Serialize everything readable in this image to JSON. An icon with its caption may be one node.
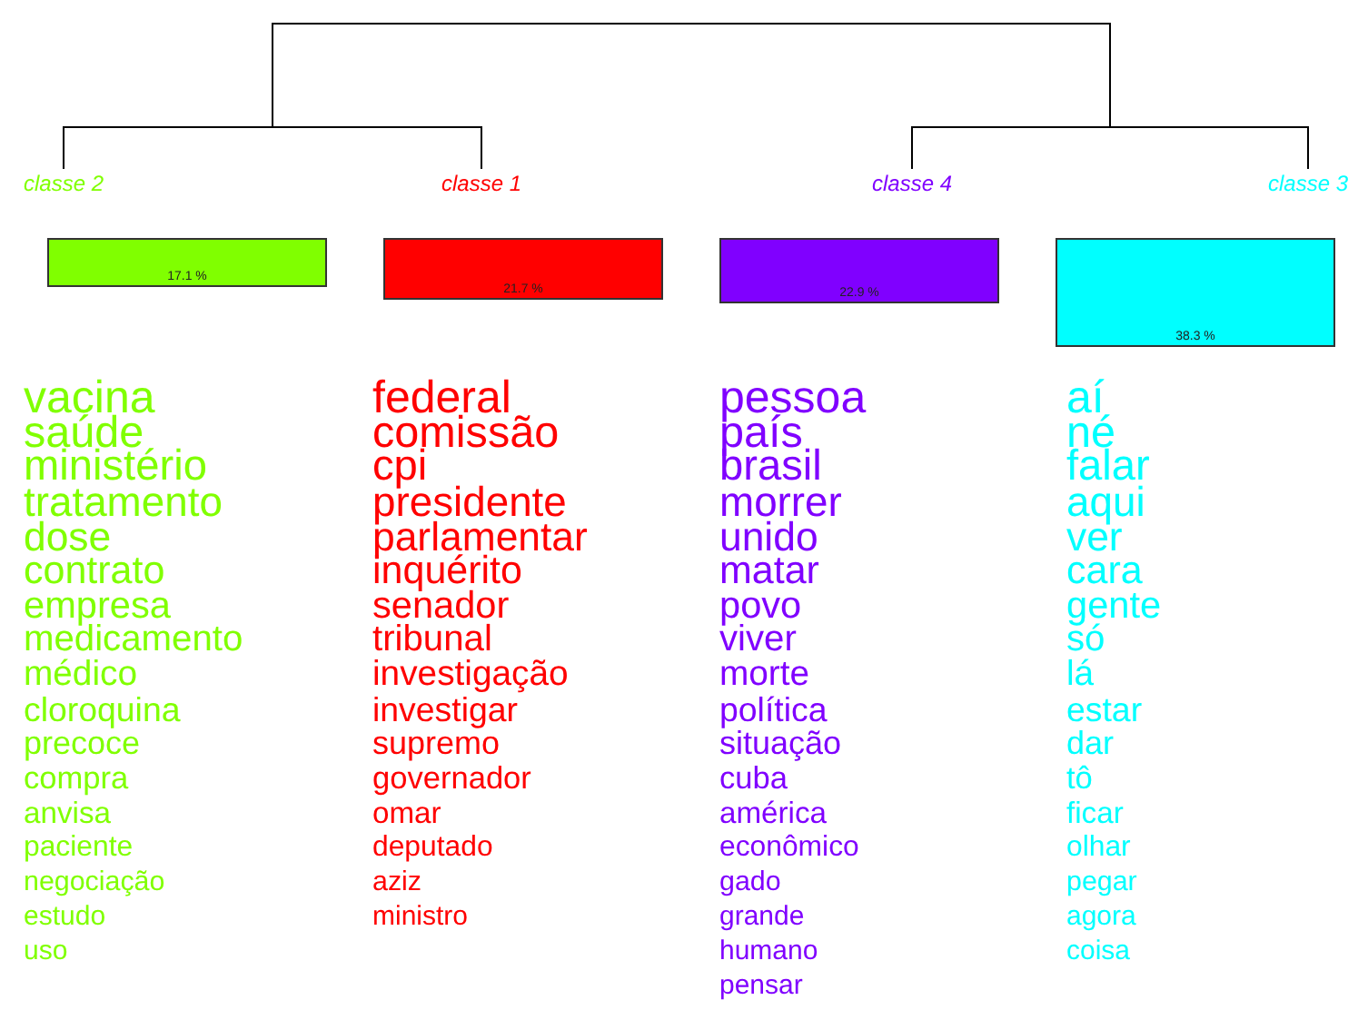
{
  "diagram": {
    "nodes": [
      {
        "text": [
          "classe  2"
        ]
      },
      {
        "text": [
          "classe  1"
        ]
      },
      {
        "text": [
          "classe  4"
        ]
      },
      {
        "text": [
          "classe  3"
        ]
      },
      {
        "text": [
          "17.1 %"
        ],
        "beside": [
          "vacina",
          "saúde",
          "ministério",
          "tratamento",
          "dose",
          "contrato",
          "empresa",
          "medicamento",
          "médico",
          "cloroquina",
          "precoce",
          "compra",
          "anvisa",
          "paciente",
          "negociação",
          "estudo",
          "uso"
        ]
      },
      {
        "text": [
          "21.7 %"
        ],
        "beside": [
          "federal",
          "comissão",
          "cpi",
          "presidente",
          "parlamentar",
          "inquérito",
          "senador",
          "tribunal",
          "investigação",
          "investigar",
          "supremo",
          "governador",
          "omar",
          "deputado",
          "aziz",
          "ministro"
        ]
      },
      {
        "text": [
          "22.9 %"
        ],
        "beside": [
          "pessoa",
          "país",
          "brasil",
          "morrer",
          "unido",
          "matar",
          "povo",
          "viver",
          "morte",
          "política",
          "situação",
          "cuba",
          "américa",
          "econômico",
          "gado",
          "grande",
          "humano",
          "pensar"
        ]
      },
      {
        "text": [
          "38.3 %"
        ],
        "beside": [
          "aí",
          "né",
          "falar",
          "aqui",
          "ver",
          "cara",
          "gente",
          "só",
          "lá",
          "estar",
          "dar",
          "tô",
          "ficar",
          "olhar",
          "pegar",
          "agora",
          "coisa"
        ]
      }
    ],
    "edges": [
      {
        "from": 0,
        "to": 1,
        "arrow": "none"
      },
      {
        "from": 2,
        "to": 3,
        "arrow": "none"
      }
    ]
  }
}
